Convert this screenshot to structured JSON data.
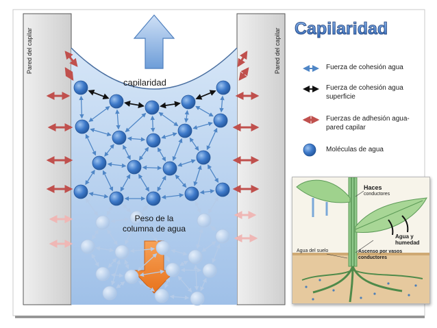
{
  "title": "Capilaridad",
  "wall_label_left": "Pared del capilar",
  "wall_label_right": "Pared del capilar",
  "top_label": "capilaridad",
  "weight_label_line1": "Peso de la",
  "weight_label_line2": "columna de agua",
  "legend": [
    {
      "icon": "blue-double-arrow-icon",
      "color": "#4f86c6",
      "text_lines": [
        "Fuerza de cohesión agua"
      ]
    },
    {
      "icon": "black-double-arrow-icon",
      "color": "#111111",
      "text_lines": [
        "Fuerza de cohesión agua",
        "superficie"
      ]
    },
    {
      "icon": "red-double-arrow-icon",
      "color": "#c0504d",
      "text_lines": [
        "Fuerzas de adhesión agua-",
        "pared capilar"
      ]
    },
    {
      "icon": "water-molecule-icon",
      "color": "#3d79c9",
      "text_lines": [
        "Moléculas de agua"
      ]
    }
  ],
  "inset": {
    "haces_line1": "Haces",
    "haces_line2": "conductores",
    "agua_line1": "Agua y",
    "agua_line2": "humedad",
    "suelo": "Agua del suelo",
    "ascenso_line1": "Ascenso por vasos",
    "ascenso_line2": "conductores"
  },
  "colors": {
    "water_top": "#cfe1f5",
    "water_bottom": "#a9c8eb",
    "wall": "#d9d9d9",
    "molecule": "#3d79c9",
    "cohesion": "#4f86c6",
    "surface_cohesion": "#111111",
    "adhesion": "#c0504d",
    "up_arrow": "#5a8fd0",
    "down_arrow": "#f0822a"
  }
}
